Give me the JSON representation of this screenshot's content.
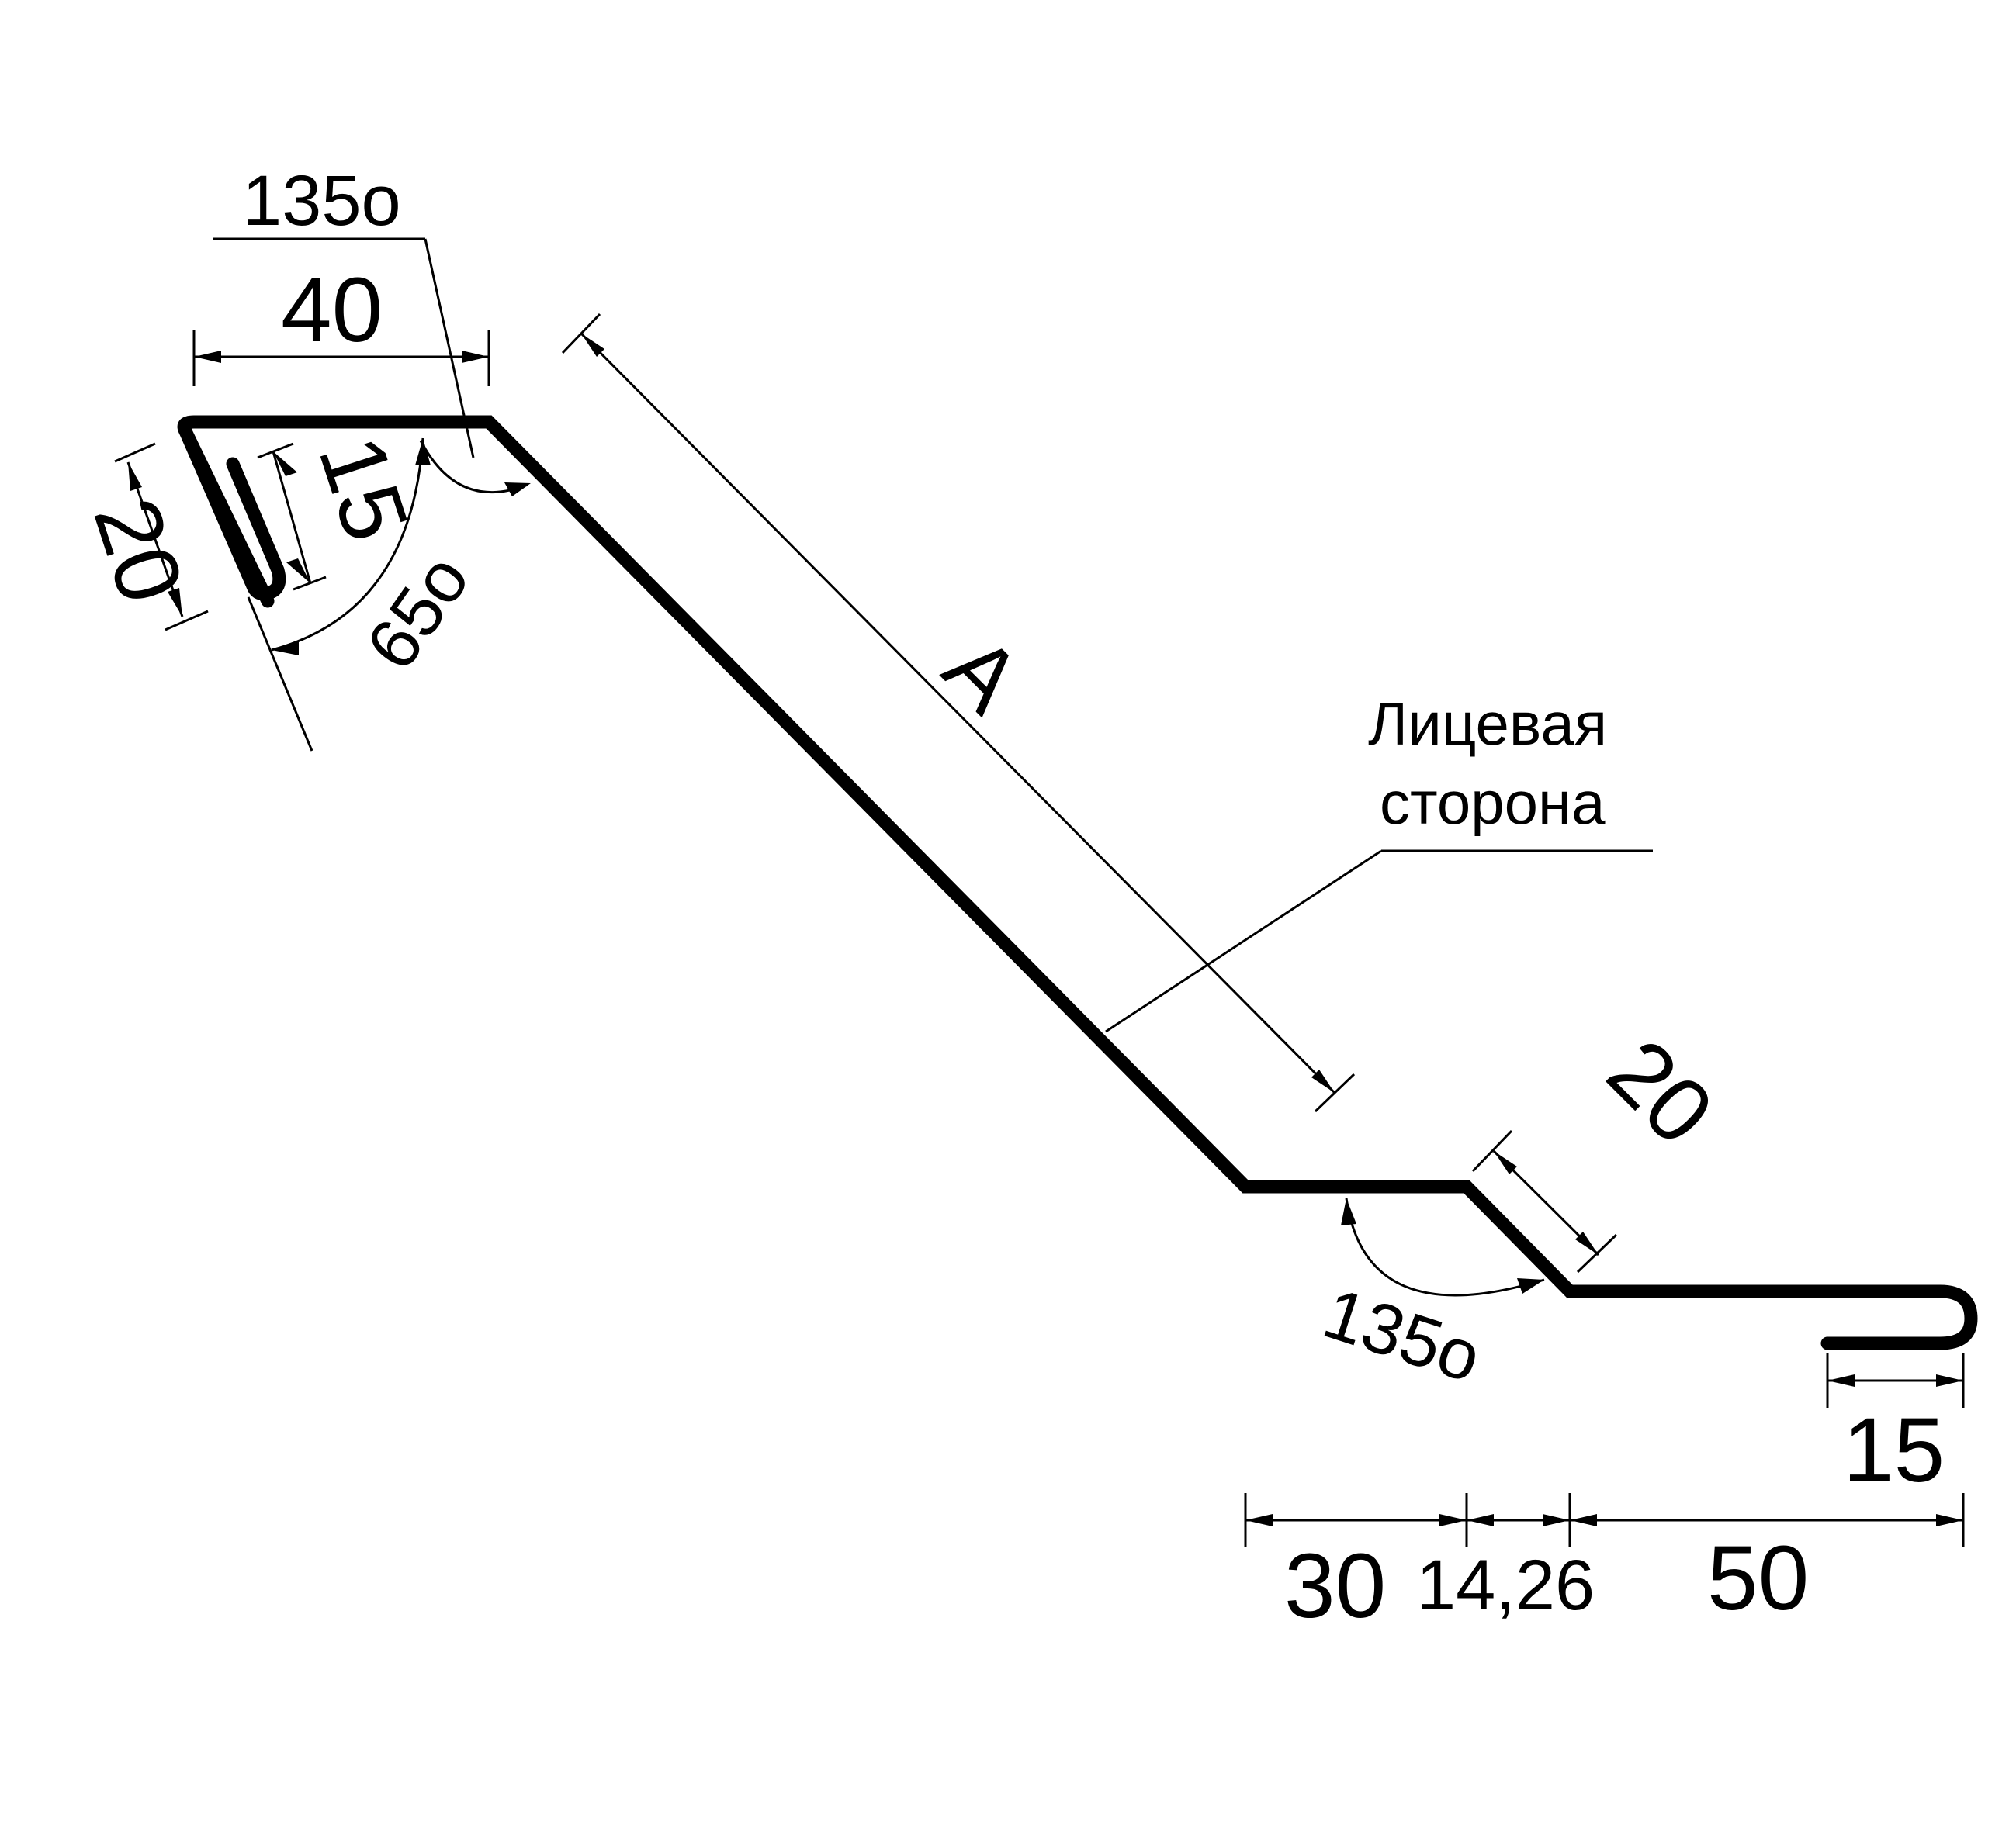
{
  "diagram": {
    "labels": {
      "dim_top_width": "40",
      "angle_top_left": "135o",
      "dim_left_height": "20",
      "dim_hem_length": "15",
      "angle_hem": "65o",
      "dim_slope_length": "A",
      "face_side_line1": "Лицевая",
      "face_side_line2": "сторона",
      "dim_step_slope": "20",
      "angle_bottom": "135o",
      "dim_bottom_hem": "15",
      "dim_bottom_flat": "30",
      "dim_bottom_step": "14,26",
      "dim_bottom_run": "50"
    }
  }
}
